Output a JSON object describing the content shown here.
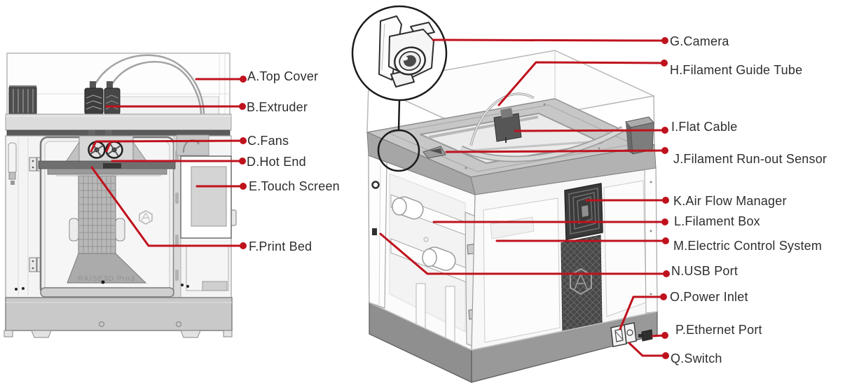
{
  "colors": {
    "accent_red": "#bf121d",
    "label_text": "#2e2e2e"
  },
  "parts": {
    "a": "A.Top Cover",
    "b": "B.Extruder",
    "c": "C.Fans",
    "d": "D.Hot End",
    "e": "E.Touch Screen",
    "f": "F.Print Bed",
    "g": "G.Camera",
    "h": "H.Filament Guide Tube",
    "i": "I.Flat Cable",
    "j": "J.Filament Run-out Sensor",
    "k": "K.Air Flow Manager",
    "l": "L.Filament Box",
    "m": "M.Electric Control System",
    "n": "N.USB Port",
    "o": "O.Power Inlet",
    "p": "P.Ethernet Port",
    "q": "Q.Switch"
  },
  "watermarks": {
    "printer_model": "RAISE3D Pro3"
  }
}
